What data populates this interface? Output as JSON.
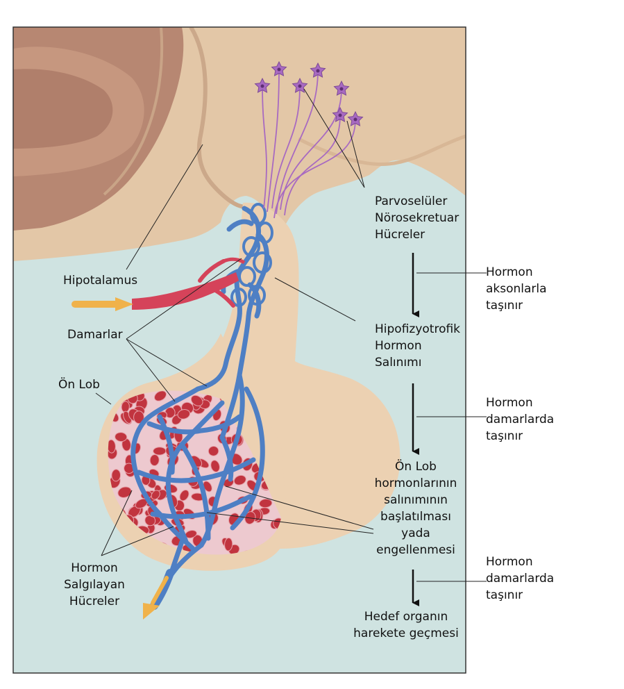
{
  "colors": {
    "background": "#cfe3e1",
    "brain_tissue": "#e3c7a7",
    "brain_fold": "#b78772",
    "pituitary_tissue": "#ecd1b2",
    "anterior_lobe_fill": "#edc9cf",
    "blood_vessel": "#4e7fc4",
    "artery": "#d5435a",
    "hormone_cell": "#c1343f",
    "neuron": "#a86ac1",
    "flow_arrow": "#f0b24a",
    "text": "#111111",
    "leader_line": "#222222"
  },
  "icons": {
    "flow_arrow_in": "orange-arrow-icon",
    "flow_arrow_out": "orange-arrow-icon",
    "process_arrow": "down-arrow-icon"
  },
  "anatomy_labels": {
    "hypothalamus": "Hipotalamus",
    "vessels": "Damarlar",
    "anterior_lobe": "Ön Lob",
    "hormone_cells": [
      "Hormon",
      "Salgılayan",
      "Hücreler"
    ]
  },
  "flow_steps": {
    "step1": [
      "Parvoselüler",
      "Nörosekretuar",
      "Hücreler"
    ],
    "step2": [
      "Hipofizyotrofik",
      "Hormon",
      "Salınımı"
    ],
    "step3": [
      "Ön Lob",
      "hormonlarının",
      "salınımının",
      "başlatılması",
      "yada",
      "engellenmesi"
    ],
    "step4": [
      "Hedef organın",
      "harekete geçmesi"
    ]
  },
  "transport_labels": {
    "t1": [
      "Hormon",
      "aksonlarla",
      "taşınır"
    ],
    "t2": [
      "Hormon",
      "damarlarda",
      "taşınır"
    ],
    "t3": [
      "Hormon",
      "damarlarda",
      "taşınır"
    ]
  }
}
